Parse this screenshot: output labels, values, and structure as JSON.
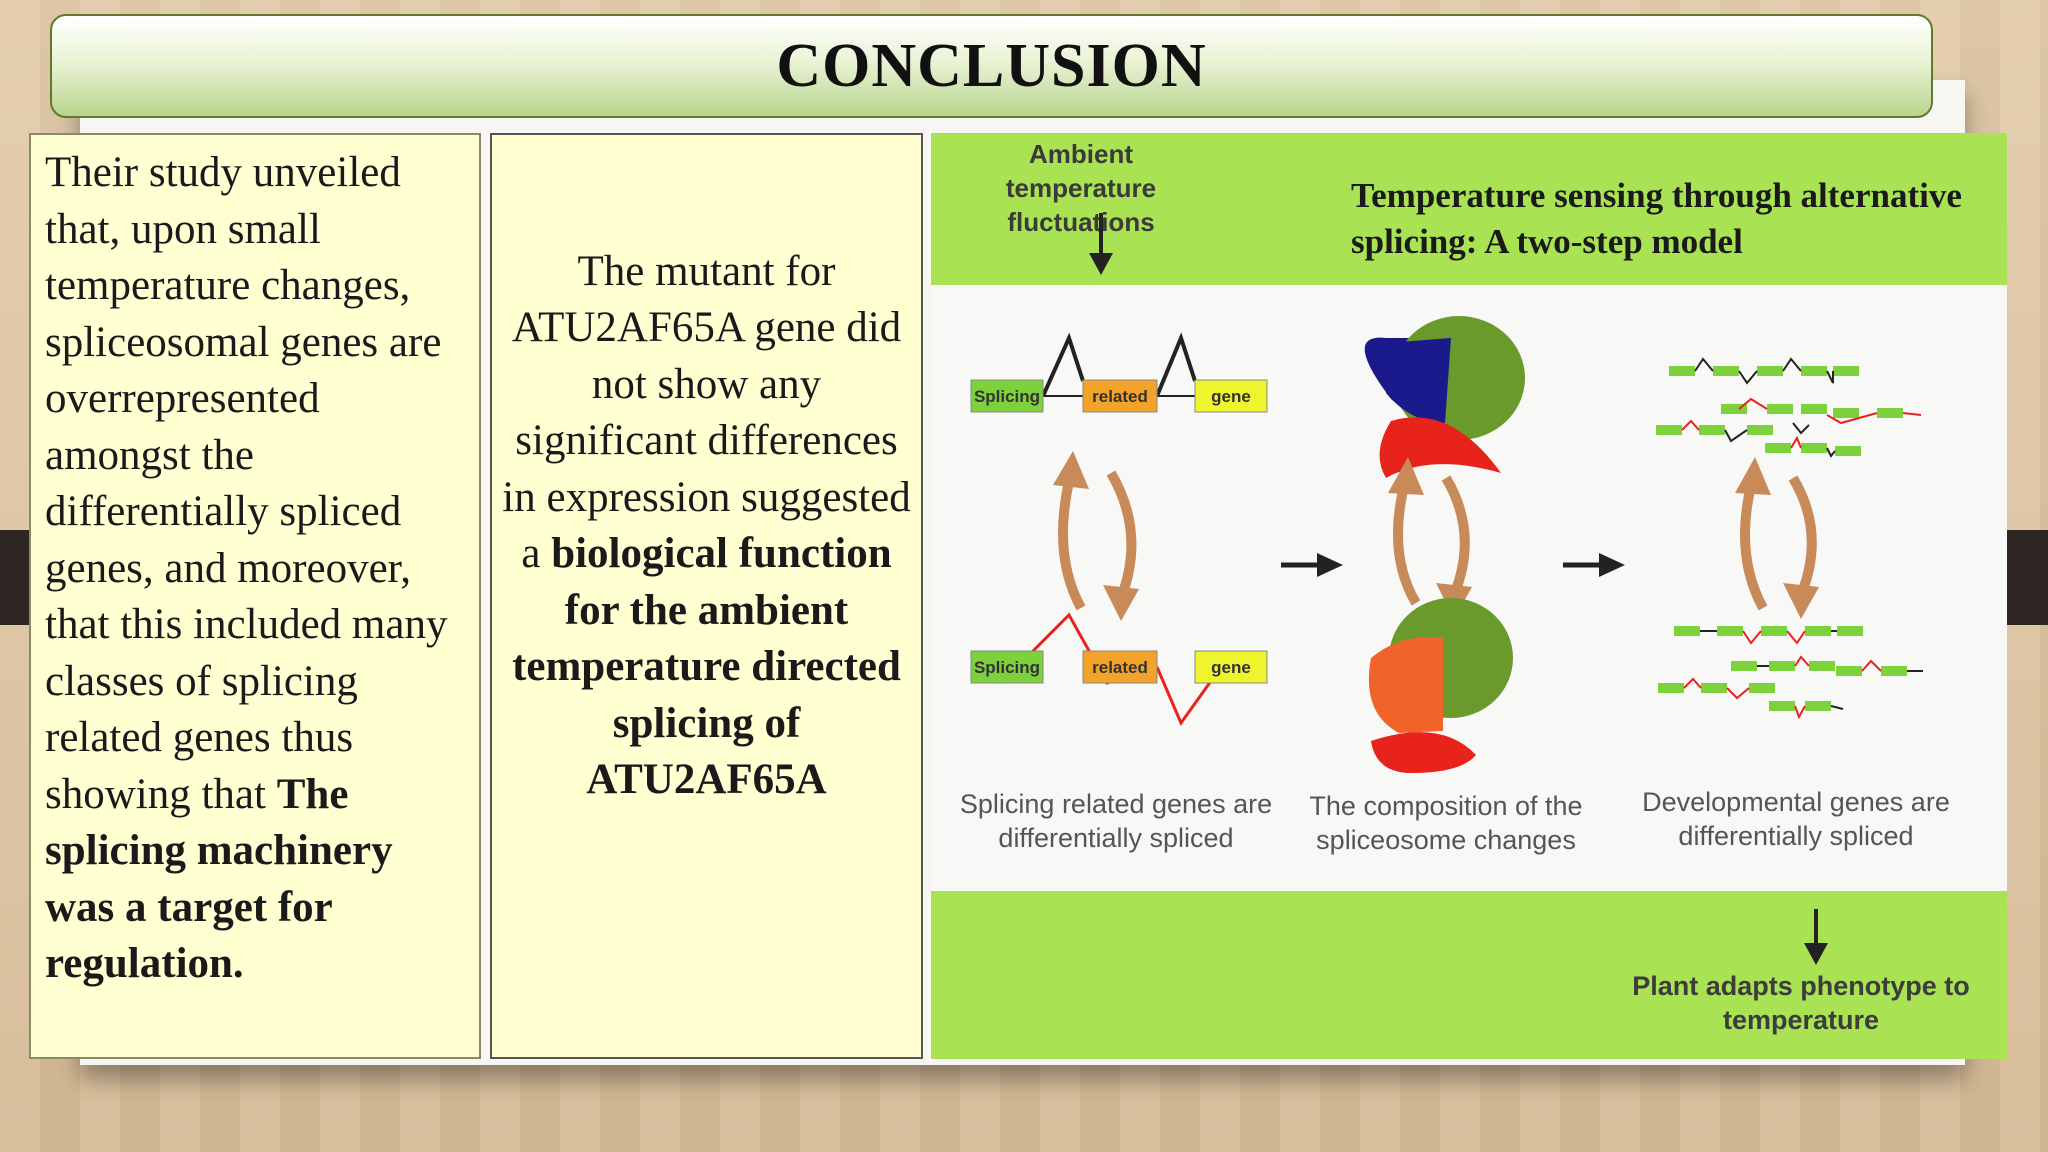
{
  "title": "CONCLUSION",
  "left_panel": {
    "text": "Their study unveiled that, upon small temperature changes, spliceosomal genes are overrepresented amongst the differentially spliced genes, and moreover, that this included many classes of splicing related genes thus showing that",
    "bold": "The splicing machinery was a target for regulation."
  },
  "middle_panel": {
    "text": "The mutant for ATU2AF65A gene did not show any significant differences in expression suggested a",
    "bold": "biological function for the ambient temperature directed splicing of ATU2AF65A"
  },
  "figure": {
    "ambient_label": "Ambient temperature fluctuations",
    "model_title": "Temperature sensing through alternative splicing: A two-step model",
    "exon_labels": [
      "Splicing",
      "related",
      "gene"
    ],
    "caption_1": "Splicing related genes are differentially spliced",
    "caption_2": "The composition of the spliceosome changes",
    "caption_3": "Developmental genes are differentially spliced",
    "outcome_label": "Plant adapts phenotype to temperature",
    "colors": {
      "band_green": "#a9e253",
      "exon_green": "#7dd13b",
      "exon_orange": "#f4a32a",
      "exon_yellow": "#eef52c",
      "intron_red": "#e8231c",
      "arrow_brown": "#c98a5a",
      "spliceosome_blue": "#1b1a8c",
      "spliceosome_olive": "#6a9a2c",
      "spliceosome_red": "#e8231c",
      "spliceosome_orange": "#f0642a"
    }
  }
}
